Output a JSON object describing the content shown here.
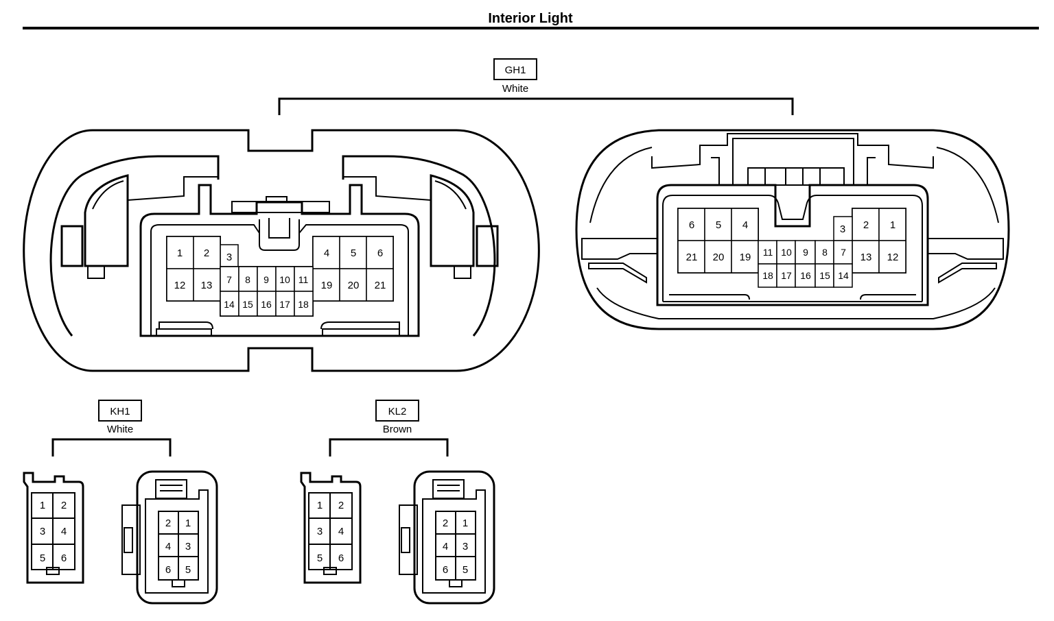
{
  "title": "Interior Light",
  "connectors": {
    "gh1": {
      "code": "GH1",
      "color": "White"
    },
    "kh1": {
      "code": "KH1",
      "color": "White"
    },
    "kl2": {
      "code": "KL2",
      "color": "Brown"
    }
  },
  "pins": {
    "p1": "1",
    "p2": "2",
    "p3": "3",
    "p4": "4",
    "p5": "5",
    "p6": "6",
    "p7": "7",
    "p8": "8",
    "p9": "9",
    "p10": "10",
    "p11": "11",
    "p12": "12",
    "p13": "13",
    "p14": "14",
    "p15": "15",
    "p16": "16",
    "p17": "17",
    "p18": "18",
    "p19": "19",
    "p20": "20",
    "p21": "21"
  }
}
